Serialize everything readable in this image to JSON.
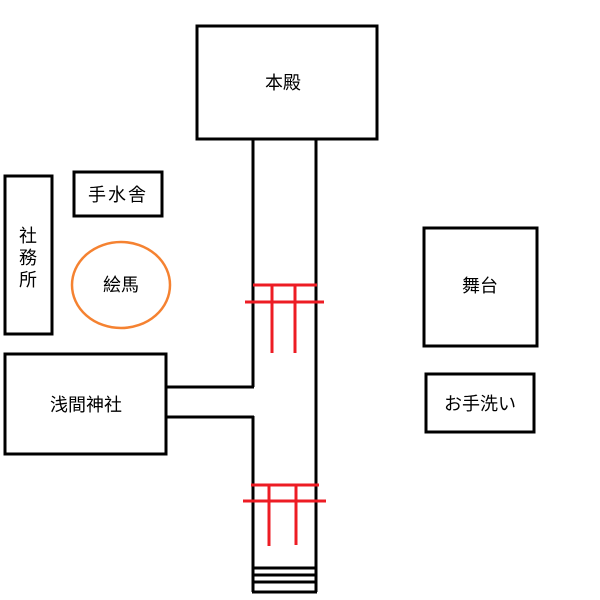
{
  "map": {
    "honden": "本殿",
    "temizuya": "手水舎",
    "shamusho": [
      "社",
      "務",
      "所"
    ],
    "ema": "絵馬",
    "sengen_jinja": "浅間神社",
    "butai": "舞台",
    "otearai": "お手洗い"
  },
  "colors": {
    "outline": "#000000",
    "torii": "#ed1c24",
    "ema_ring": "#f58231"
  }
}
